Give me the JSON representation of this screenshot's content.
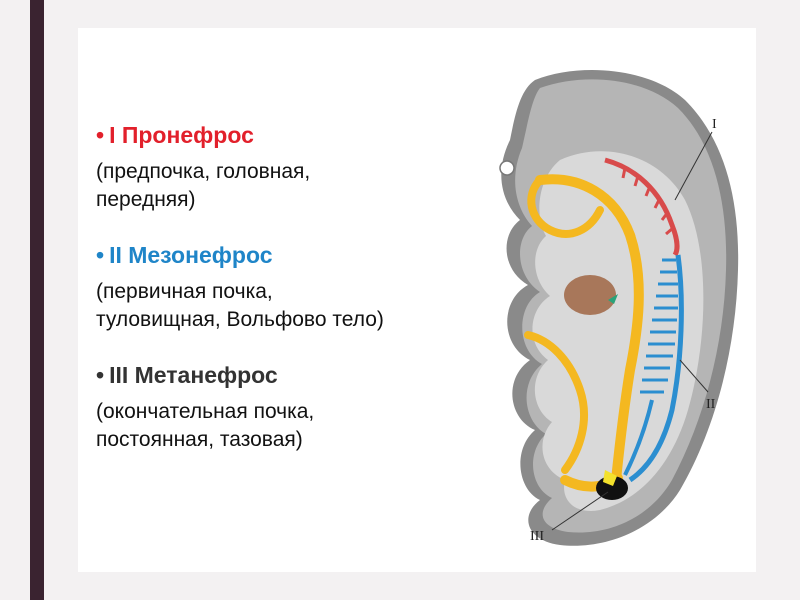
{
  "items": [
    {
      "title": "I Пронефрос",
      "color": "#e2202b",
      "description": "(предпочка, головная,\nпередняя)"
    },
    {
      "title": "II Мезонефрос",
      "color": "#1f85c8",
      "description": "(первичная почка,\nтуловищная, Вольфово тело)"
    },
    {
      "title": "III Метанефрос",
      "color": "#333333",
      "description": "(окончательная почка,\nпостоянная, тазовая)"
    }
  ],
  "diagram": {
    "labels": {
      "pronephros": "I",
      "mesonephros": "II",
      "metanephros": "III"
    },
    "colors": {
      "embryo_outer": "#8a8a8a",
      "embryo_body": "#b5b5b5",
      "cavity": "#d9d9d9",
      "gut": "#f4b820",
      "pronephros": "#d84b4b",
      "mesonephros": "#2b8ed0",
      "metanephros": "#111111",
      "heart": "#a8775a"
    }
  }
}
